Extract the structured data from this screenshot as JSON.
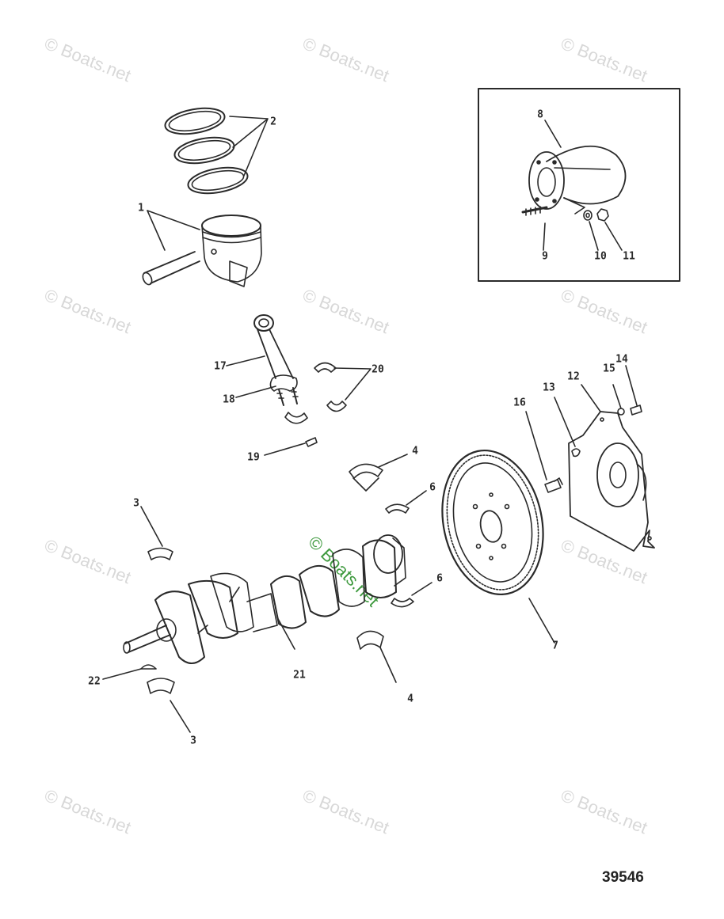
{
  "watermark": {
    "text": "© Boats.net",
    "color": "#d8d8d8",
    "accent_text": "© Boats.net",
    "accent_color": "#3f9a3f"
  },
  "figure_number": "39546",
  "callouts": [
    {
      "id": "label-1",
      "text": "1"
    },
    {
      "id": "label-2",
      "text": "2"
    },
    {
      "id": "label-3-top",
      "text": "3"
    },
    {
      "id": "label-3-bottom",
      "text": "3"
    },
    {
      "id": "label-4-top",
      "text": "4"
    },
    {
      "id": "label-4-bottom",
      "text": "4"
    },
    {
      "id": "label-6-top",
      "text": "6"
    },
    {
      "id": "label-6-bottom",
      "text": "6"
    },
    {
      "id": "label-7",
      "text": "7"
    },
    {
      "id": "label-8",
      "text": "8"
    },
    {
      "id": "label-9",
      "text": "9"
    },
    {
      "id": "label-10",
      "text": "10"
    },
    {
      "id": "label-11",
      "text": "11"
    },
    {
      "id": "label-12",
      "text": "12"
    },
    {
      "id": "label-13",
      "text": "13"
    },
    {
      "id": "label-14",
      "text": "14"
    },
    {
      "id": "label-15",
      "text": "15"
    },
    {
      "id": "label-16",
      "text": "16"
    },
    {
      "id": "label-17",
      "text": "17"
    },
    {
      "id": "label-18",
      "text": "18"
    },
    {
      "id": "label-19",
      "text": "19"
    },
    {
      "id": "label-20",
      "text": "20"
    },
    {
      "id": "label-21",
      "text": "21"
    },
    {
      "id": "label-22",
      "text": "22"
    }
  ]
}
